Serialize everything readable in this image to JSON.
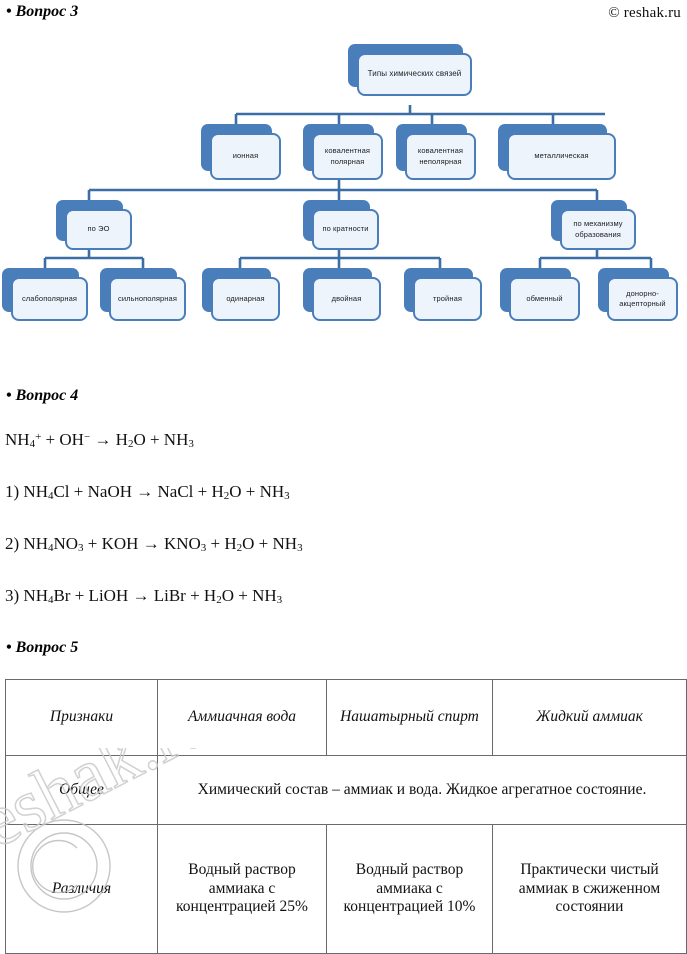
{
  "header": {
    "question3_label": "• Вопрос 3",
    "copyright": "© reshak.ru"
  },
  "diagram": {
    "root": {
      "label": "Типы химических связей"
    },
    "level2": [
      {
        "label": "ионная"
      },
      {
        "label": "ковалентная полярная"
      },
      {
        "label": "ковалентная неполярная"
      },
      {
        "label": "металлическая"
      }
    ],
    "level3": [
      {
        "label": "по ЭО"
      },
      {
        "label": "по кратности"
      },
      {
        "label": "по механизму образования"
      }
    ],
    "level4": [
      {
        "label": "слабополярная"
      },
      {
        "label": "сильнополярная"
      },
      {
        "label": "одинарная"
      },
      {
        "label": "двойная"
      },
      {
        "label": "тройная"
      },
      {
        "label": "обменный"
      },
      {
        "label": "донорно-акцепторный"
      }
    ],
    "colors": {
      "box_fill": "#eef4fc",
      "box_border": "#4a7ebb",
      "shadow_card": "#4a7ebb",
      "connector": "#3a6ea5"
    }
  },
  "question4": {
    "heading": "• Вопрос 4",
    "ionic_equation": {
      "parts": [
        {
          "t": "NH"
        },
        {
          "sub": "4"
        },
        {
          "sup": "+"
        },
        {
          "t": " + OH"
        },
        {
          "sup": "−"
        },
        {
          "t": " → H"
        },
        {
          "sub": "2"
        },
        {
          "t": "O + NH"
        },
        {
          "sub": "3"
        }
      ],
      "plain": "NH4+ + OH− → H2O + NH3"
    },
    "equations": [
      {
        "number": "1)",
        "plain": "NH4Cl + NaOH → NaCl + H2O + NH3",
        "parts": [
          {
            "t": "1) NH"
          },
          {
            "sub": "4"
          },
          {
            "t": "Cl + NaOH → NaCl + H"
          },
          {
            "sub": "2"
          },
          {
            "t": "O + NH"
          },
          {
            "sub": "3"
          }
        ]
      },
      {
        "number": "2)",
        "plain": "NH4NO3 + KOH → KNO3 + H2O + NH3",
        "parts": [
          {
            "t": "2) NH"
          },
          {
            "sub": "4"
          },
          {
            "t": "NO"
          },
          {
            "sub": "3"
          },
          {
            "t": " + KOH → KNO"
          },
          {
            "sub": "3"
          },
          {
            "t": " + H"
          },
          {
            "sub": "2"
          },
          {
            "t": "O + NH"
          },
          {
            "sub": "3"
          }
        ]
      },
      {
        "number": "3)",
        "plain": "NH4Br + LiOH → LiBr + H2O + NH3",
        "parts": [
          {
            "t": "3) NH"
          },
          {
            "sub": "4"
          },
          {
            "t": "Br + LiOH → LiBr + H"
          },
          {
            "sub": "2"
          },
          {
            "t": "O + NH"
          },
          {
            "sub": "3"
          }
        ]
      }
    ]
  },
  "question5": {
    "heading": "• Вопрос 5",
    "table": {
      "headers": [
        "Признаки",
        "Аммиачная вода",
        "Нашатырный спирт",
        "Жидкий аммиак"
      ],
      "rows": [
        {
          "label": "Общее",
          "merged": true,
          "merged_text": "Химический состав – аммиак и вода. Жидкое агрегатное состояние."
        },
        {
          "label": "Различия",
          "merged": false,
          "cells": [
            "Водный раствор аммиака с концентрацией 25%",
            "Водный раствор аммиака с концентрацией 10%",
            "Практически чистый аммиак в сжиженном состоянии"
          ]
        }
      ]
    }
  },
  "watermark": {
    "text": "reshak.ru"
  }
}
